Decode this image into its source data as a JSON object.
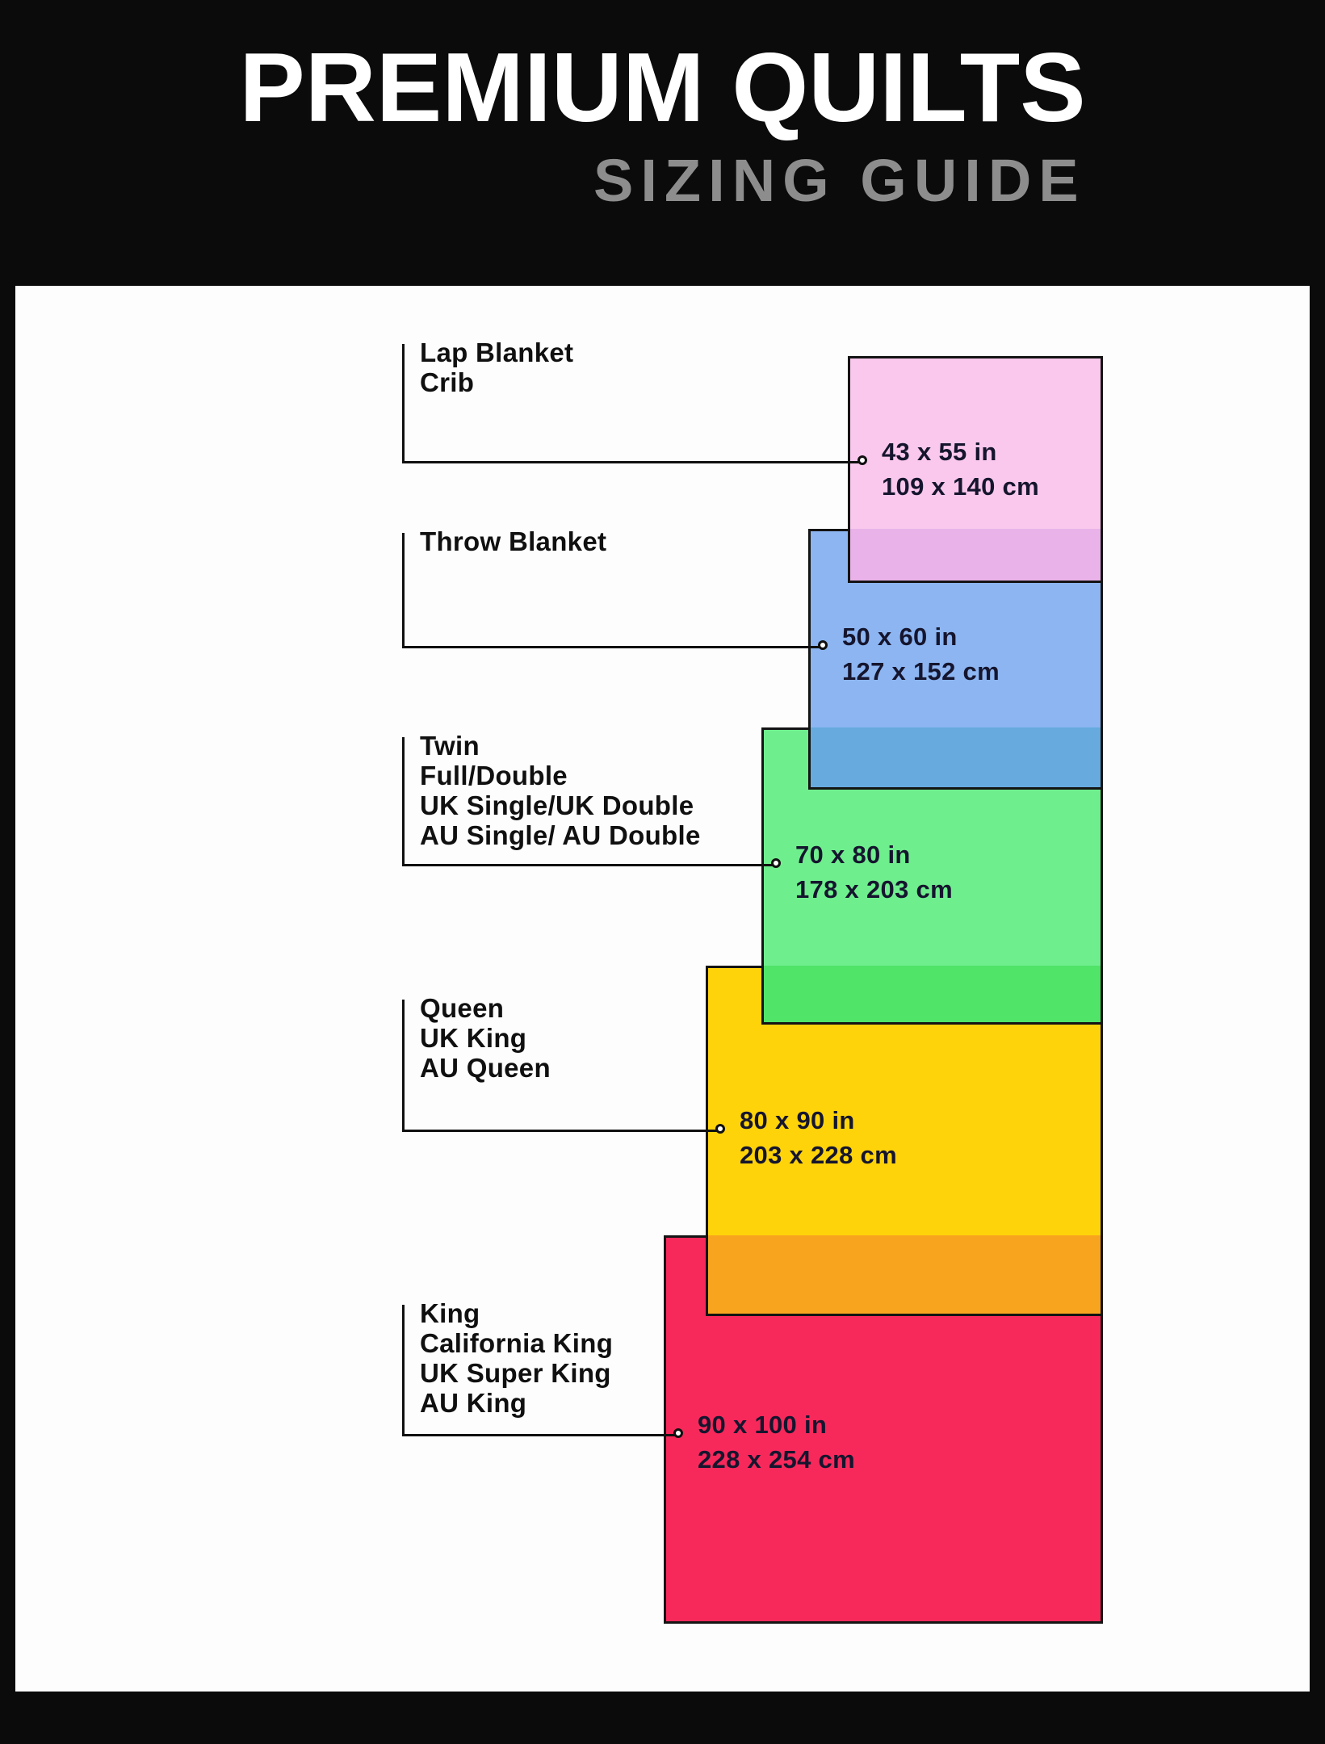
{
  "header": {
    "title": "PREMIUM QUILTS",
    "subtitle": "SIZING GUIDE"
  },
  "colors": {
    "background": "#0b0b0b",
    "panel": "#fdfdfd",
    "line": "#101010",
    "title_text": "#ffffff",
    "subtitle_text": "#8d8d8d"
  },
  "sizes": [
    {
      "name": "lap-blanket-crib",
      "labels": [
        "Lap Blanket",
        "Crib"
      ],
      "inches": "43 x 55 in",
      "cm": "109 x 140 cm",
      "color": "#f9c8ec",
      "overlap_color": "#e9b3e9"
    },
    {
      "name": "throw-blanket",
      "labels": [
        "Throw Blanket"
      ],
      "inches": "50 x 60 in",
      "cm": "127 x 152 cm",
      "color": "#8cb5f1",
      "overlap_color": "#66aade"
    },
    {
      "name": "twin-full-double",
      "labels": [
        "Twin",
        "Full/Double",
        "UK Single/UK Double",
        "AU Single/ AU Double"
      ],
      "inches": "70 x 80 in",
      "cm": "178 x 203 cm",
      "color": "#6fee8e",
      "overlap_color": "#50e468"
    },
    {
      "name": "queen",
      "labels": [
        "Queen",
        "UK King",
        "AU Queen"
      ],
      "inches": "80 x 90 in",
      "cm": "203 x 228 cm",
      "color": "#ffd30a",
      "overlap_color": "#f9a41f"
    },
    {
      "name": "king",
      "labels": [
        "King",
        "California King",
        "UK Super King",
        "AU King"
      ],
      "inches": "90 x 100 in",
      "cm": "228 x 254 cm",
      "color": "#f7295b",
      "overlap_color": null
    }
  ]
}
